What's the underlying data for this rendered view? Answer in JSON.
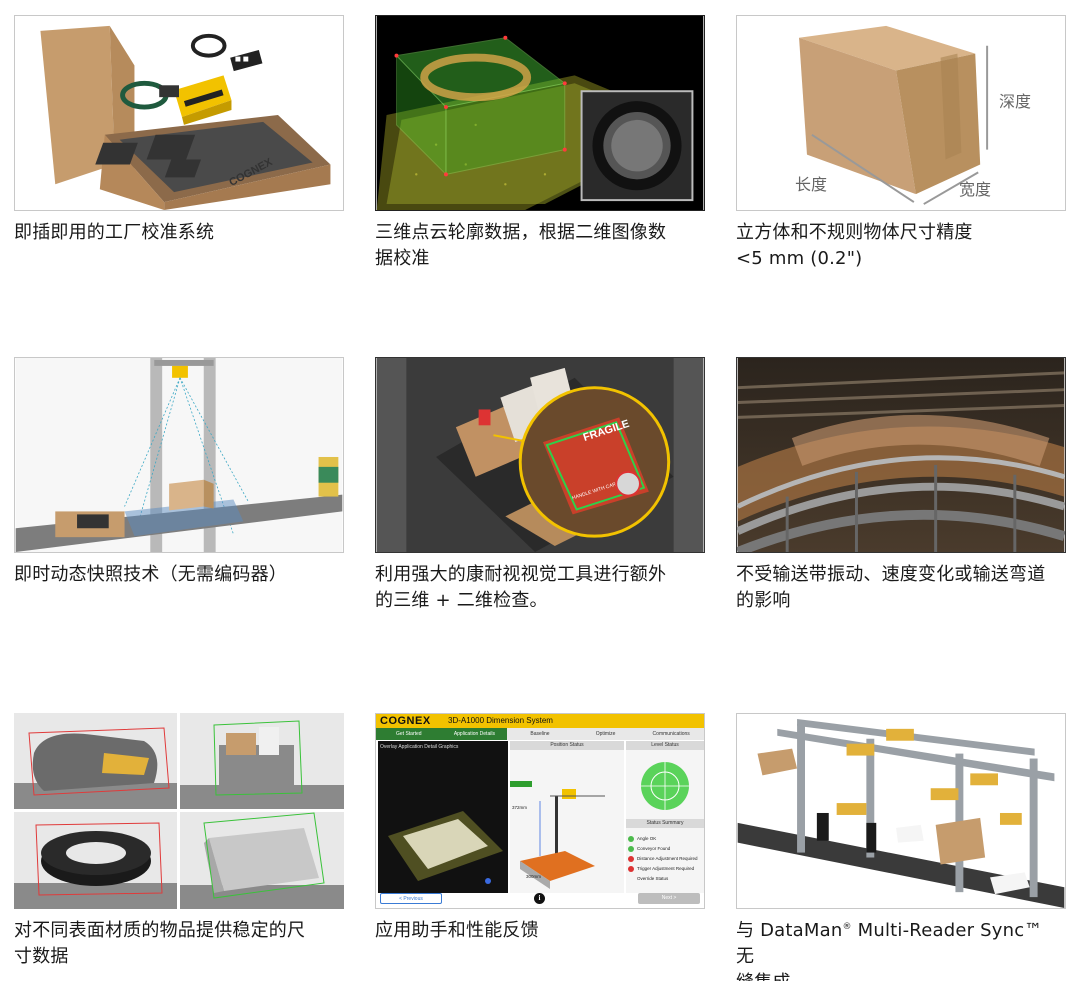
{
  "captions": {
    "c1": [
      "即插即用的工厂校准系统"
    ],
    "c2": [
      "三维点云轮廓数据，根据二维图像数",
      "据校准"
    ],
    "c3": [
      "立方体和不规则物体尺寸精度",
      "<5 mm (0.2\")"
    ],
    "c4": [
      "即时动态快照技术（无需编码器）"
    ],
    "c5": [
      "利用强大的康耐视视觉工具进行额外",
      "的三维 + 二维检查。"
    ],
    "c6": [
      "不受输送带振动、速度变化或输送弯道",
      "的影响"
    ],
    "c7": [
      "对不同表面材质的物品提供稳定的尺",
      "寸数据"
    ],
    "c8": [
      "应用助手和性能反馈"
    ],
    "c9_prefix": "与 DataMan",
    "c9_reg": "®",
    "c9_suffix": " Multi-Reader Sync™ 无",
    "c9_line2": "缝集成"
  },
  "img1": {
    "brand": "COGNEX"
  },
  "img3": {
    "depth": "深度",
    "length": "长度",
    "width": "宽度"
  },
  "img5": {
    "label": "FRAGILE",
    "sub": "HANDLE WITH CARE"
  },
  "img8": {
    "logo": "COGNEX",
    "title": "3D-A1000 Dimension System",
    "steps": [
      "Get Started",
      "Application Details",
      "Baseline",
      "Optimize",
      "Communications"
    ],
    "overlay_checkbox": "Overlay Application Detail Graphics",
    "panel_position": "Position Status",
    "panel_level": "Level Status",
    "panel_summary": "Status Summary",
    "status_items": [
      "Angle OK",
      "Conveyor Found",
      "Distance Adjustment Required",
      "Trigger Adjustment Required",
      "Override Status"
    ],
    "dim_a": "372mm",
    "dim_b": "300mm",
    "prev": "< Previous",
    "next": "Next >"
  },
  "colors": {
    "cognex_yellow": "#f2c200",
    "point_green": "#7cd34a",
    "box_brown": "#c9a27a"
  }
}
